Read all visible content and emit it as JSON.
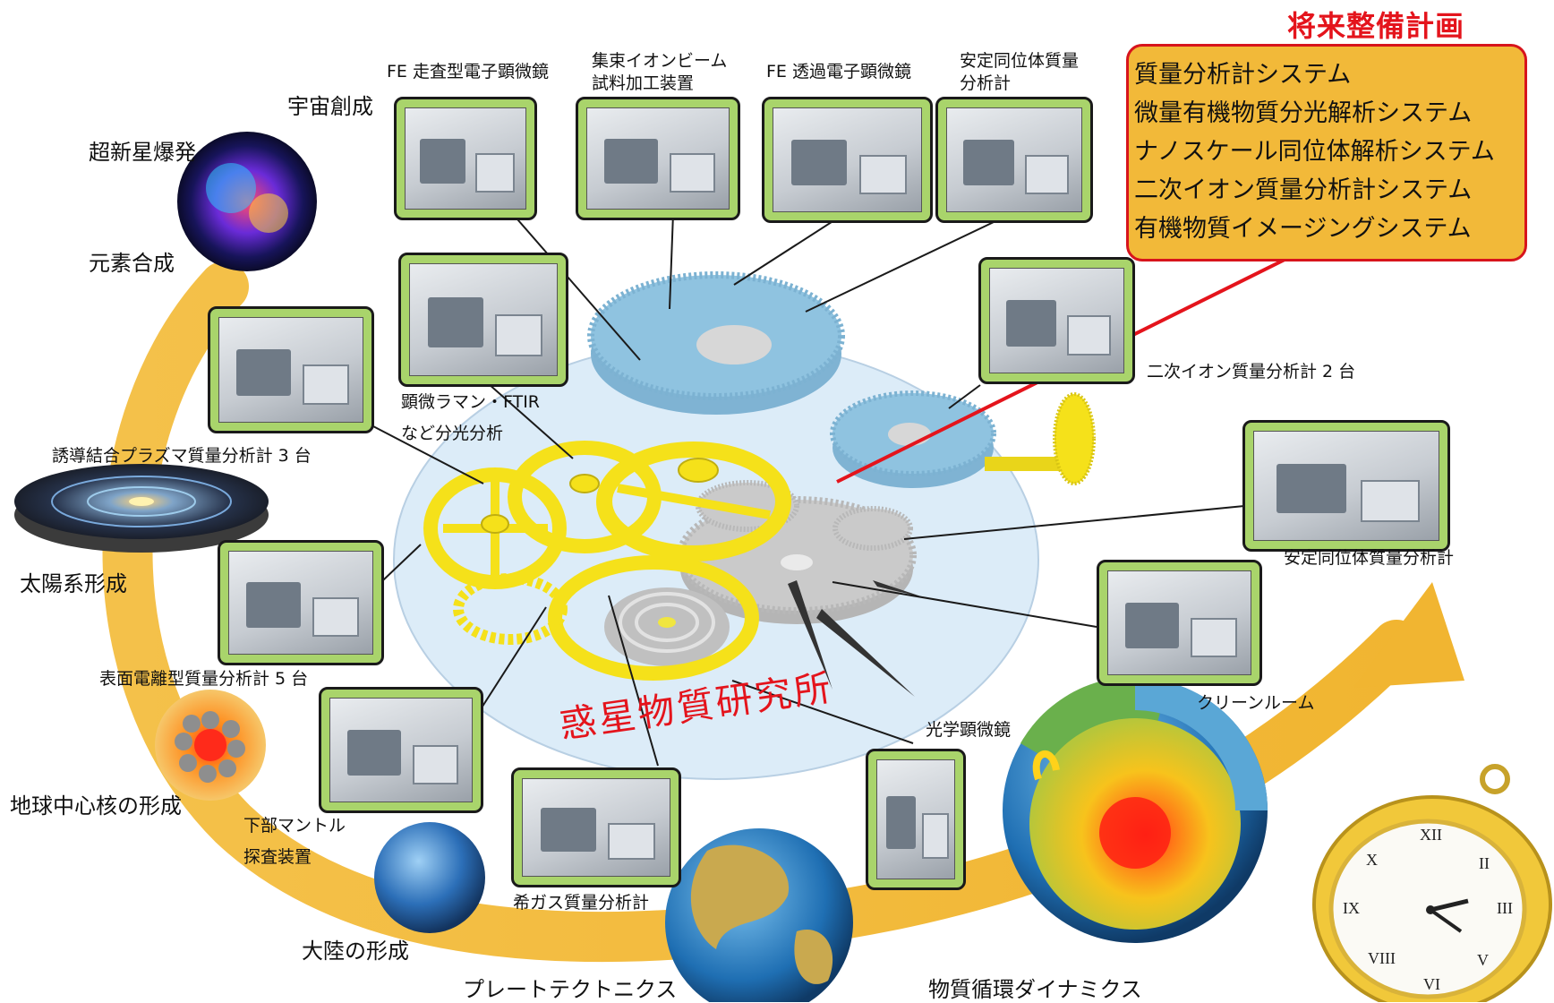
{
  "plan": {
    "title": "将来整備計画",
    "items": [
      "質量分析計システム",
      "微量有機物質分光解析システム",
      "ナノスケール同位体解析システム",
      "二次イオン質量分析計システム",
      "有機物質イメージングシステム"
    ]
  },
  "center_title": "惑星物質研究所",
  "instruments": {
    "fe_sem": "FE 走査型電子顕微鏡",
    "fib_1": "集束イオンビーム",
    "fib_2": "試料加工装置",
    "fe_tem": "FE 透過電子顕微鏡",
    "stable_iso_1": "安定同位体質量",
    "stable_iso_2": "分析計",
    "raman_1": "顕微ラマン・FTIR",
    "raman_2": "など分光分析",
    "sims": "二次イオン質量分析計 2 台",
    "icp": "誘導結合プラズマ質量分析計 3 台",
    "stable_iso_ms": "安定同位体質量分析計",
    "tims": "表面電離型質量分析計 5 台",
    "clean_room": "クリーンルーム",
    "mantle_1": "下部マントル",
    "mantle_2": "探査装置",
    "optical": "光学顕微鏡",
    "noble_gas": "希ガス質量分析計"
  },
  "stages": {
    "universe": "宇宙創成",
    "supernova": "超新星爆発",
    "nucleosynthesis": "元素合成",
    "solar_system": "太陽系形成",
    "core": "地球中心核の形成",
    "continent": "大陸の形成",
    "plate": "プレートテクトニクス",
    "cycle": "物質循環ダイナミクス"
  },
  "colors": {
    "arrow": "#f2b939",
    "gear_yellow": "#f5e11a",
    "gear_blue": "#8fc3e0",
    "gear_gray": "#c9c9c9",
    "accent_red": "#e4141c",
    "photo_frame": "#a9d46b"
  }
}
